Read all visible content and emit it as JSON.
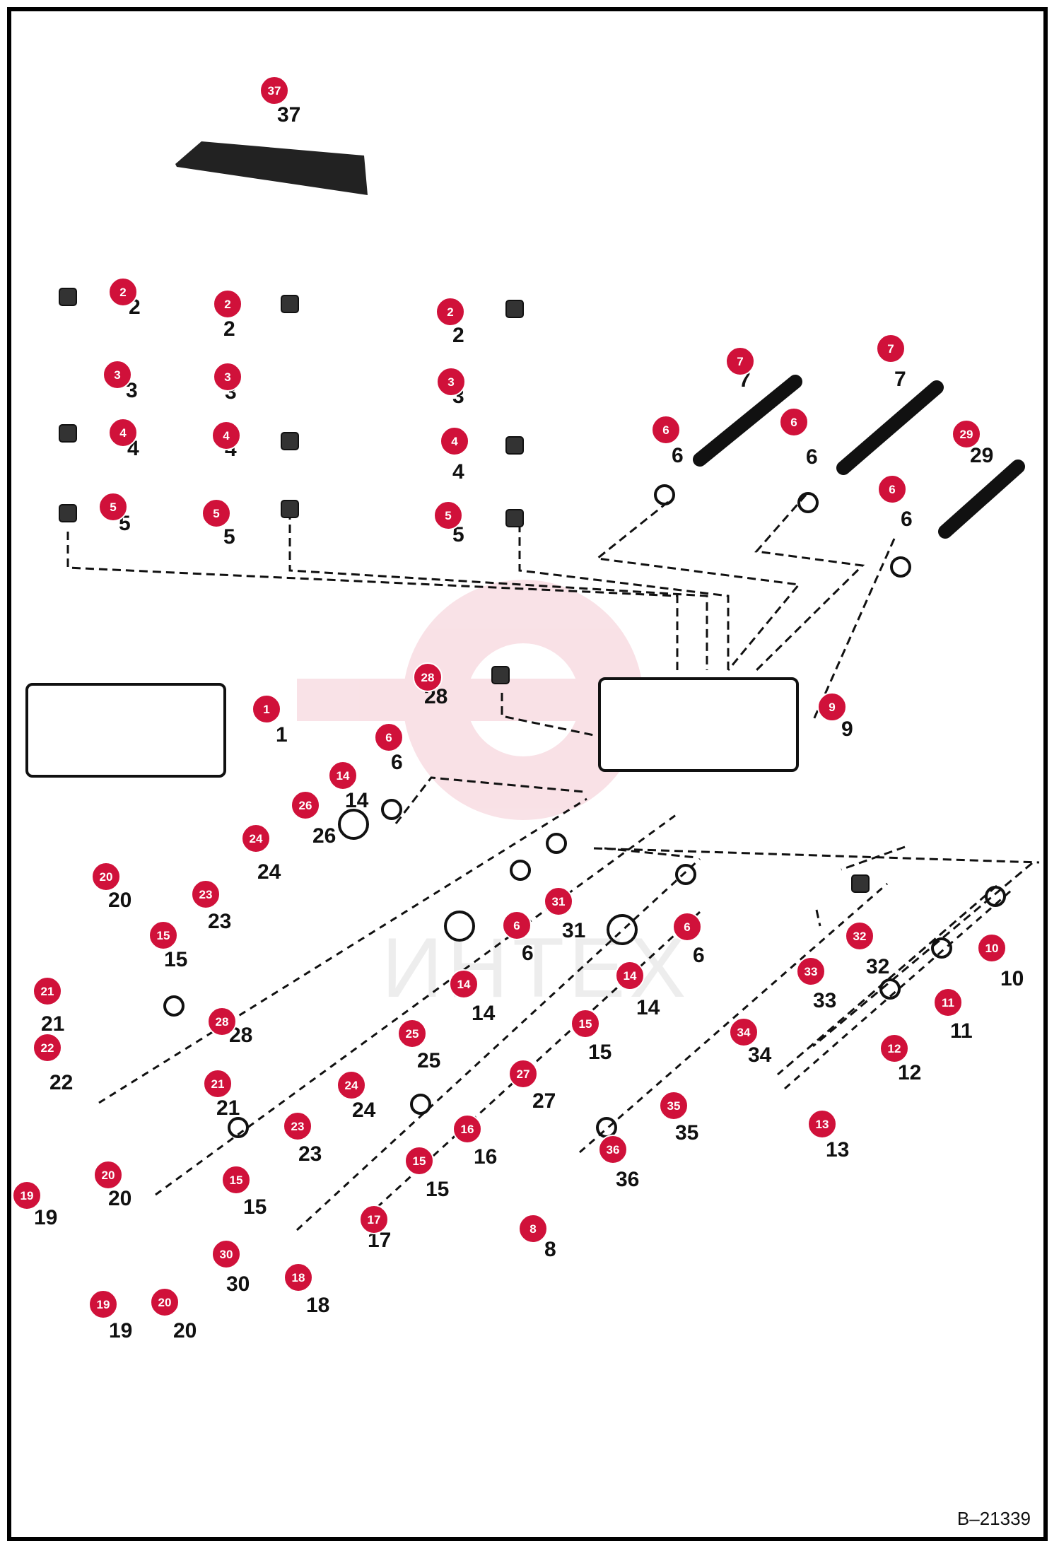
{
  "diagram": {
    "drawing_code": "B–21339",
    "watermark": "ИНТЕХ",
    "badge_color": "#d0113a",
    "callouts": [
      {
        "n": "37"
      },
      {
        "n": "2"
      },
      {
        "n": "2"
      },
      {
        "n": "2"
      },
      {
        "n": "3"
      },
      {
        "n": "3"
      },
      {
        "n": "3"
      },
      {
        "n": "4"
      },
      {
        "n": "4"
      },
      {
        "n": "4"
      },
      {
        "n": "5"
      },
      {
        "n": "5"
      },
      {
        "n": "5"
      },
      {
        "n": "7"
      },
      {
        "n": "7"
      },
      {
        "n": "29"
      },
      {
        "n": "6"
      },
      {
        "n": "6"
      },
      {
        "n": "6"
      },
      {
        "n": "1"
      },
      {
        "n": "28"
      },
      {
        "n": "9"
      },
      {
        "n": "6"
      },
      {
        "n": "14"
      },
      {
        "n": "26"
      },
      {
        "n": "24"
      },
      {
        "n": "20"
      },
      {
        "n": "23"
      },
      {
        "n": "15"
      },
      {
        "n": "21"
      },
      {
        "n": "22"
      },
      {
        "n": "19"
      },
      {
        "n": "20"
      },
      {
        "n": "28"
      },
      {
        "n": "21"
      },
      {
        "n": "15"
      },
      {
        "n": "30"
      },
      {
        "n": "19"
      },
      {
        "n": "20"
      },
      {
        "n": "31"
      },
      {
        "n": "6"
      },
      {
        "n": "6"
      },
      {
        "n": "14"
      },
      {
        "n": "14"
      },
      {
        "n": "25"
      },
      {
        "n": "15"
      },
      {
        "n": "24"
      },
      {
        "n": "23"
      },
      {
        "n": "27"
      },
      {
        "n": "16"
      },
      {
        "n": "15"
      },
      {
        "n": "17"
      },
      {
        "n": "18"
      },
      {
        "n": "32"
      },
      {
        "n": "33"
      },
      {
        "n": "34"
      },
      {
        "n": "10"
      },
      {
        "n": "11"
      },
      {
        "n": "12"
      },
      {
        "n": "13"
      },
      {
        "n": "35"
      },
      {
        "n": "36"
      },
      {
        "n": "8"
      }
    ]
  }
}
